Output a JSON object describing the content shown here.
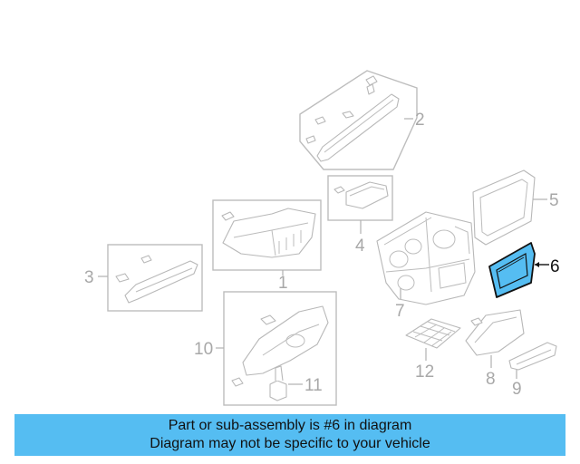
{
  "diagram": {
    "callouts": [
      {
        "id": "1",
        "text": "1"
      },
      {
        "id": "2",
        "text": "2"
      },
      {
        "id": "3",
        "text": "3"
      },
      {
        "id": "4",
        "text": "4"
      },
      {
        "id": "5",
        "text": "5"
      },
      {
        "id": "6",
        "text": "6",
        "highlighted": true
      },
      {
        "id": "7",
        "text": "7"
      },
      {
        "id": "8",
        "text": "8"
      },
      {
        "id": "9",
        "text": "9"
      },
      {
        "id": "10",
        "text": "10"
      },
      {
        "id": "11",
        "text": "11"
      },
      {
        "id": "12",
        "text": "12"
      }
    ],
    "highlight_color": "#55bdf2",
    "line_color": "#b8b8b8"
  },
  "banner": {
    "line1": "Part or sub-assembly is #6 in diagram",
    "line2": "Diagram may not be specific to your vehicle",
    "background": "#55bdf2"
  }
}
